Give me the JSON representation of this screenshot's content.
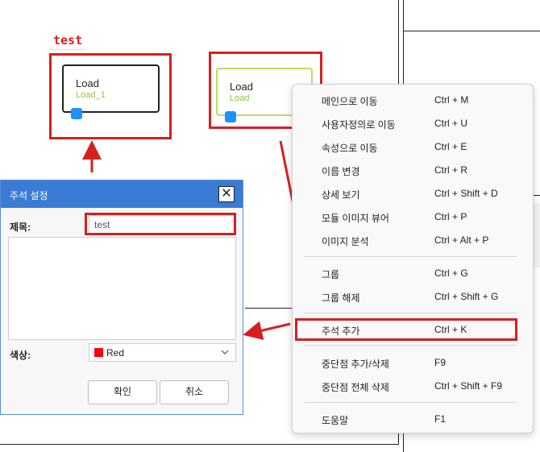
{
  "canvas": {
    "annotation_label": "test",
    "node_left": {
      "title": "Load",
      "subtitle": "Load_1"
    },
    "node_right": {
      "title": "Load",
      "subtitle": "Load"
    }
  },
  "dialog": {
    "title": "주석 설정",
    "close_symbol": "✕",
    "title_field_label": "제목:",
    "title_field_value": "test",
    "color_label": "색상:",
    "color_value": "Red",
    "color_swatch": "#ff0000",
    "ok_label": "확인",
    "cancel_label": "취소"
  },
  "context_menu": {
    "items": [
      {
        "label": "메인으로 이동",
        "shortcut": "Ctrl + M"
      },
      {
        "label": "사용자정의로 이동",
        "shortcut": "Ctrl + U"
      },
      {
        "label": "속성으로 이동",
        "shortcut": "Ctrl + E"
      },
      {
        "label": "이름 변경",
        "shortcut": "Ctrl + R"
      },
      {
        "label": "상세 보기",
        "shortcut": "Ctrl + Shift + D"
      },
      {
        "label": "모듈 이미지 뷰어",
        "shortcut": "Ctrl + P"
      },
      {
        "label": "이미지 분석",
        "shortcut": "Ctrl + Alt + P"
      },
      {
        "label": "그룹",
        "shortcut": "Ctrl + G"
      },
      {
        "label": "그룹 해제",
        "shortcut": "Ctrl + Shift + G"
      },
      {
        "label": "주석 추가",
        "shortcut": "Ctrl + K"
      },
      {
        "label": "중단점 추가/삭제",
        "shortcut": "F9"
      },
      {
        "label": "중단점 전체 삭제",
        "shortcut": "Ctrl + Shift + F9"
      },
      {
        "label": "도움말",
        "shortcut": "F1"
      }
    ]
  },
  "colors": {
    "highlight_red": "#d62020",
    "dialog_title_blue": "#3a7bd5",
    "port_blue": "#1e90ff",
    "node_green": "#8ec63f"
  }
}
